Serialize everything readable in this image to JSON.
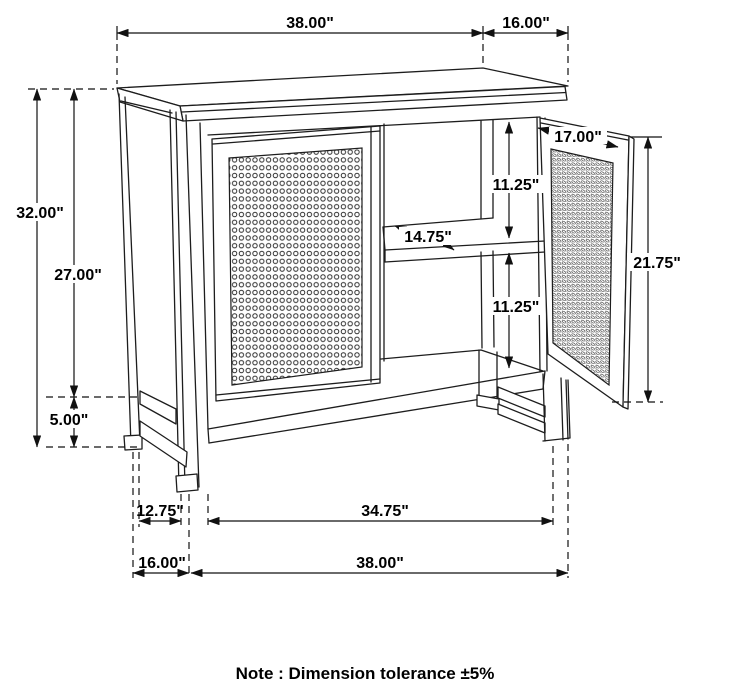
{
  "note": "Note : Dimension tolerance ±5%",
  "dims": {
    "top_width": "38.00\"",
    "top_depth": "16.00\"",
    "overall_height": "32.00\"",
    "body_height": "27.00\"",
    "leg_height": "5.00\"",
    "upper_compartment_height": "11.25\"",
    "shelf_depth": "14.75\"",
    "lower_compartment_height": "11.25\"",
    "door_width": "17.00\"",
    "door_height": "21.75\"",
    "side_leg_span": "12.75\"",
    "base_depth": "16.00\"",
    "front_leg_span": "34.75\"",
    "base_width": "38.00\""
  },
  "colors": {
    "line": "#1d1d1d",
    "dimension": "#111111",
    "background": "#ffffff",
    "text": "#000000"
  }
}
